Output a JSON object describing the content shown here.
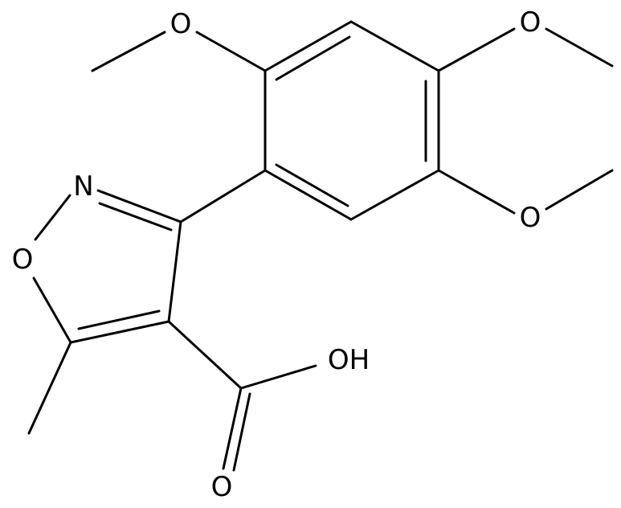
{
  "structure": {
    "atom_labels": {
      "nitrogen": "N",
      "ring_oxygen": "O",
      "methoxy_2": "O",
      "methoxy_4": "O",
      "methoxy_5": "O",
      "hydroxyl": "OH",
      "carbonyl_oxygen": "O"
    },
    "colors": {
      "bond": "#000000",
      "label": "#000000",
      "background": "#ffffff"
    }
  }
}
